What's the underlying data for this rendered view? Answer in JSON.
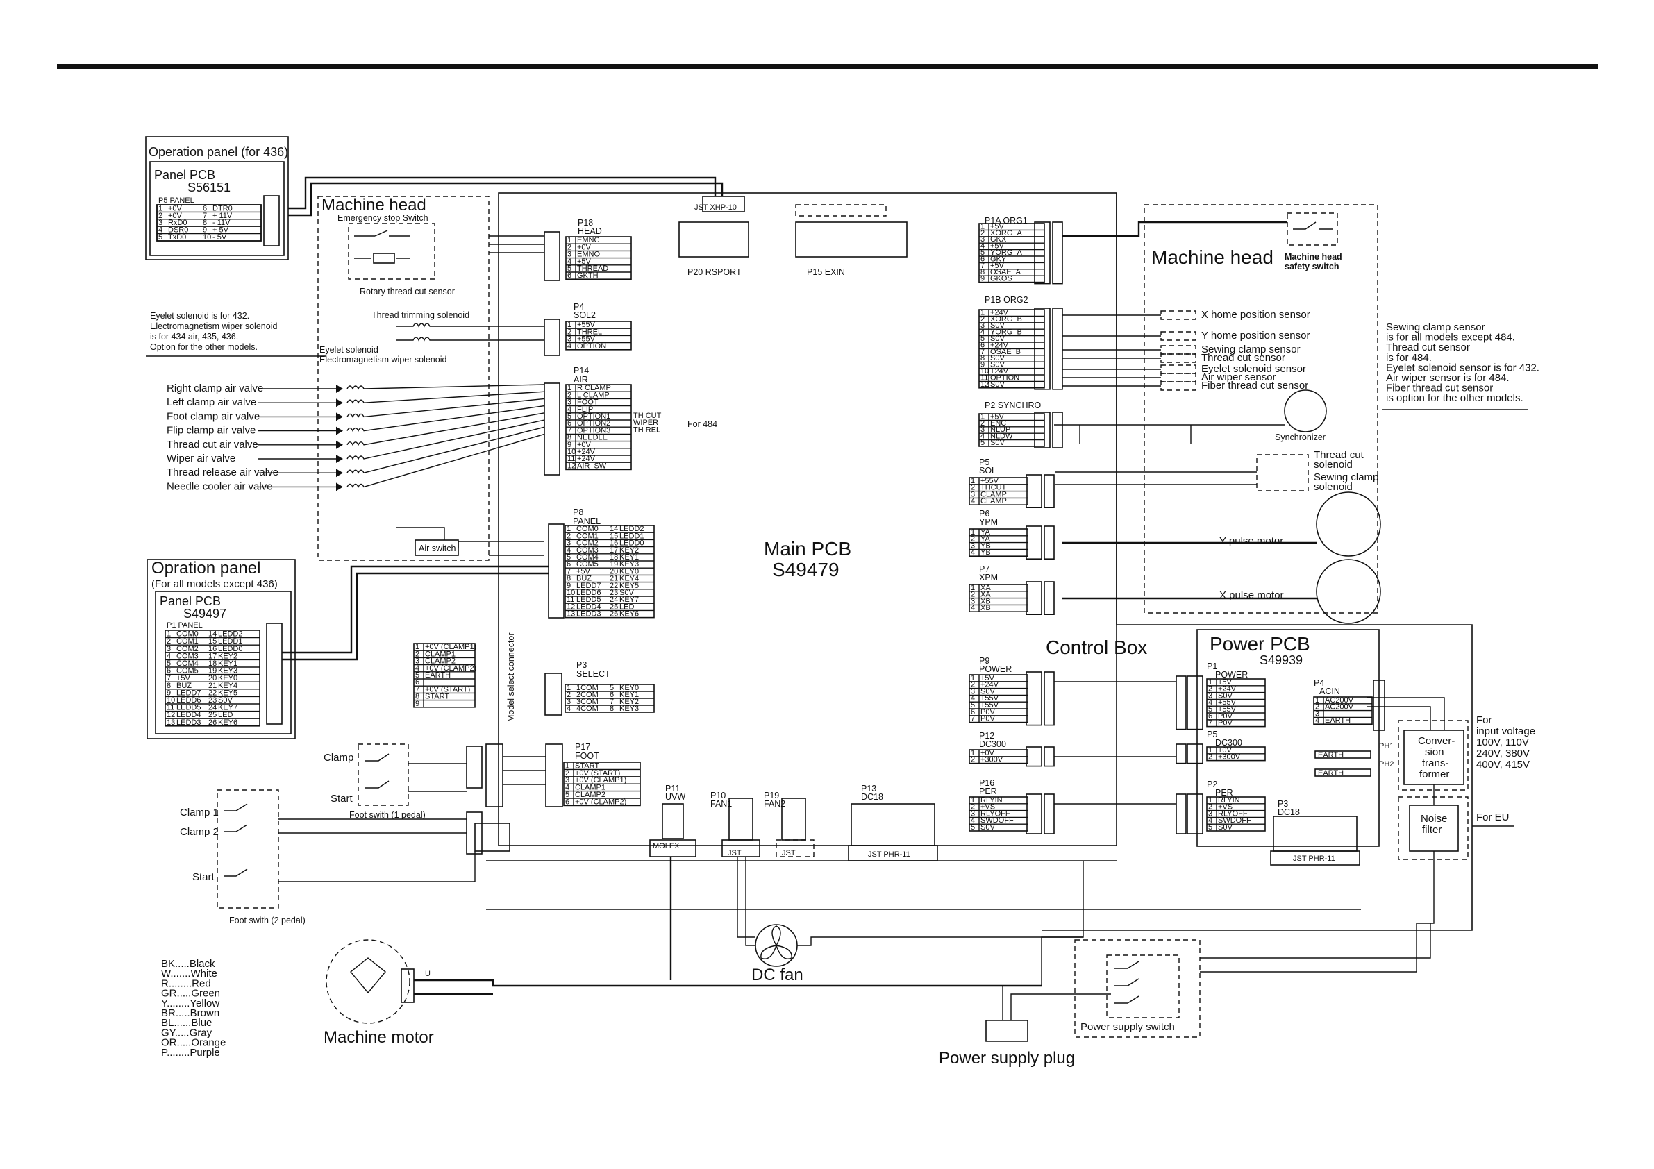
{
  "operation_panel_436": {
    "title": "Operation panel (for 436)",
    "pcb_label": "Panel PCB",
    "pcb_part": "S56151",
    "connector": "P5 PANEL",
    "pins": [
      [
        "1",
        "+0V",
        "6",
        "DTR0"
      ],
      [
        "2",
        "+0V",
        "7",
        "+ 11V"
      ],
      [
        "3",
        "RxD0",
        "8",
        "- 11V"
      ],
      [
        "4",
        "DSR0",
        "9",
        "+ 5V"
      ],
      [
        "5",
        "TxD0",
        "10",
        "- 5V"
      ]
    ]
  },
  "operation_panel_all": {
    "title": "Opration panel",
    "subtitle": "(For all models except 436)",
    "pcb_label": "Panel PCB",
    "pcb_part": "S49497",
    "connector": "P1 PANEL",
    "pins": [
      [
        "1",
        "COM0",
        "14",
        "LEDD2"
      ],
      [
        "2",
        "COM1",
        "15",
        "LEDD1"
      ],
      [
        "3",
        "COM2",
        "16",
        "LEDD0"
      ],
      [
        "4",
        "COM3",
        "17",
        "KEY2"
      ],
      [
        "5",
        "COM4",
        "18",
        "KEY1"
      ],
      [
        "6",
        "COM5",
        "19",
        "KEY3"
      ],
      [
        "7",
        "+5V",
        "20",
        "KEY0"
      ],
      [
        "8",
        "BUZ",
        "21",
        "KEY4"
      ],
      [
        "9",
        "LEDD7",
        "22",
        "KEY5"
      ],
      [
        "10",
        "LEDD6",
        "23",
        "S0V"
      ],
      [
        "11",
        "LEDD5",
        "24",
        "KEY7"
      ],
      [
        "12",
        "LEDD4",
        "25",
        "LED"
      ],
      [
        "13",
        "LEDD3",
        "26",
        "KEY6"
      ]
    ]
  },
  "machine_head_left": {
    "title": "Machine head",
    "emergency": "Emergency stop Switch",
    "rotary": "Rotary thread cut sensor",
    "trim": "Thread trimming solenoid",
    "eyelet": "Eyelet solenoid",
    "wiper": "Electromagnetism wiper solenoid",
    "air_switch": "Air switch"
  },
  "note_eyelet": [
    "Eyelet solenoid is for 432.",
    "Electromagnetism wiper solenoid",
    "is for 434 air, 435, 436.",
    "Option for the other models."
  ],
  "air_valves": [
    "Right clamp air valve",
    "Left clamp air valve",
    "Foot clamp air valve",
    "Flip clamp air valve",
    "Thread cut air valve",
    "Wiper air valve",
    "Thread release air valve",
    "Needle cooler air valve"
  ],
  "main_pcb": {
    "label": "Main PCB",
    "part": "S49479"
  },
  "p18": {
    "title": "P18",
    "name": "HEAD",
    "pins": [
      "EMNC",
      "+0V",
      "EMNO",
      "+5V",
      "THREAD",
      "GKTH"
    ]
  },
  "p4": {
    "title": "P4",
    "name": "SOL2",
    "pins": [
      "+55V",
      "THREL",
      "+55V",
      "OPTION"
    ]
  },
  "p14": {
    "title": "P14",
    "name": "AIR",
    "pins": [
      "R CLAMP",
      "L CLAMP",
      "FOOT",
      "FLIP",
      "OPTION1",
      "OPTION2",
      "OPTION3",
      "NEEDLE",
      "+0V",
      "+24V",
      "+24V",
      "AIR_SW"
    ],
    "side": [
      "TH CUT",
      "WIPER",
      "TH REL"
    ],
    "note": "For 484"
  },
  "p8": {
    "title": "P8",
    "name": "PANEL",
    "pins": [
      [
        "1",
        "COM0",
        "14",
        "LEDD2"
      ],
      [
        "2",
        "COM1",
        "15",
        "LEDD1"
      ],
      [
        "3",
        "COM2",
        "16",
        "LEDD0"
      ],
      [
        "4",
        "COM3",
        "17",
        "KEY2"
      ],
      [
        "5",
        "COM4",
        "18",
        "KEY1"
      ],
      [
        "6",
        "COM5",
        "19",
        "KEY3"
      ],
      [
        "7",
        "+5V",
        "20",
        "KEY0"
      ],
      [
        "8",
        "BUZ",
        "21",
        "KEY4"
      ],
      [
        "9",
        "LEDD7",
        "22",
        "KEY5"
      ],
      [
        "10",
        "LEDD6",
        "23",
        "S0V"
      ],
      [
        "11",
        "LEDD5",
        "24",
        "KEY7"
      ],
      [
        "12",
        "LEDD4",
        "25",
        "LED"
      ],
      [
        "13",
        "LEDD3",
        "26",
        "KEY6"
      ]
    ]
  },
  "p3": {
    "title": "P3",
    "name": "SELECT",
    "pins": [
      [
        "1",
        "1COM",
        "5",
        "KEY0"
      ],
      [
        "2",
        "2COM",
        "6",
        "KEY1"
      ],
      [
        "3",
        "3COM",
        "7",
        "KEY2"
      ],
      [
        "4",
        "4COM",
        "8",
        "KEY3"
      ]
    ],
    "label": "Model select connector"
  },
  "p17": {
    "title": "P17",
    "name": "FOOT",
    "pins": [
      "START",
      "+0V (START)",
      "+0V (CLAMP1)",
      "CLAMP1",
      "CLAMP2",
      "+0V (CLAMP2)"
    ]
  },
  "foot_conn": {
    "pins": [
      "+0V (CLAMP1)",
      "CLAMP1",
      "CLAMP2",
      "+0V (CLAMP2)",
      "EARTH",
      "",
      "+0V (START)",
      "START",
      ""
    ]
  },
  "p20": "P20 RSPORT",
  "p15": "P15 EXIN",
  "jst_top": "JST XHP-10",
  "p1a": {
    "title": "P1A ORG1",
    "pins": [
      "+5V",
      "XORG_A",
      "GKX",
      "+5V",
      "YORG_A",
      "GKY",
      "+5V",
      "OSAE_A",
      "GKOS"
    ]
  },
  "p1b": {
    "title": "P1B ORG2",
    "pins": [
      "+24V",
      "XORG_B",
      "S0V",
      "YORG_B",
      "S0V",
      "+24V",
      "OSAE_B",
      "S0V",
      "S0V",
      "+24V",
      "OPTION",
      "S0V"
    ]
  },
  "p2": {
    "title": "P2 SYNCHRO",
    "pins": [
      "+5V",
      "ENC",
      "NLUP",
      "NLDW",
      "S0V"
    ]
  },
  "p5": {
    "title": "P5",
    "name": "SOL",
    "pins": [
      "+55V",
      "THCUT",
      "CLAMP",
      "CLAMP"
    ]
  },
  "p6": {
    "title": "P6",
    "name": "YPM",
    "pins": [
      "YA",
      "YA",
      "YB",
      "YB"
    ]
  },
  "p7": {
    "title": "P7",
    "name": "XPM",
    "pins": [
      "XA",
      "XA",
      "XB",
      "XB"
    ]
  },
  "p9": {
    "title": "P9",
    "name": "POWER",
    "pins": [
      "+5V",
      "+24V",
      "S0V",
      "+55V",
      "+55V",
      "P0V",
      "P0V"
    ]
  },
  "p12": {
    "title": "P12",
    "name": "DC300",
    "pins": [
      "+0V",
      "+300V"
    ]
  },
  "p16": {
    "title": "P16",
    "name": "PER",
    "pins": [
      "RLYIN",
      "+VS",
      "RLYOFF",
      "SWDOFF",
      "S0V"
    ]
  },
  "p11": {
    "title": "P11",
    "name": "UVW",
    "conn": "MOLEX"
  },
  "p10": {
    "title": "P10",
    "name": "FAN1",
    "conn": "JST"
  },
  "p19": {
    "title": "P19",
    "name": "FAN2",
    "conn": "JST"
  },
  "p13": {
    "title": "P13",
    "name": "DC18",
    "conn": "JST PHR-11"
  },
  "machine_head_right": {
    "title": "Machine head",
    "safety": "Machine head safety switch",
    "sensors": [
      "X home position sensor",
      "Y home position sensor",
      "Sewing clamp sensor",
      "Thread cut sensor",
      "Eyelet solenoid sensor",
      "Air wiper sensor",
      "Fiber thread cut sensor"
    ],
    "synchronizer": "Synchronizer",
    "thread_cut_solenoid": "Thread cut solenoid",
    "sewing_clamp_solenoid": "Sewing clamp solenoid",
    "y_motor": "Y pulse motor",
    "x_motor": "X pulse motor"
  },
  "note_sensor": [
    "Sewing clamp sensor",
    "is for all models except 484.",
    "Thread cut sensor",
    "is for 484.",
    "Eyelet solenoid sensor is for 432.",
    "Air wiper sensor is for 484.",
    "Fiber thread cut sensor",
    "is option for the other models."
  ],
  "control_box": "Control Box",
  "power_pcb": {
    "label": "Power PCB",
    "part": "S49939"
  },
  "pp1": {
    "title": "P1",
    "name": "POWER",
    "pins": [
      "+5V",
      "+24V",
      "S0V",
      "+55V",
      "+55V",
      "P0V",
      "P0V"
    ]
  },
  "pp5": {
    "title": "P5",
    "name": "DC300",
    "pins": [
      "+0V",
      "+300V"
    ]
  },
  "pp2": {
    "title": "P2",
    "name": "PER",
    "pins": [
      "RLYIN",
      "+VS",
      "RLYOFF",
      "SWDOFF",
      "S0V"
    ]
  },
  "pp3": {
    "title": "P3",
    "name": "DC18",
    "conn": "JST PHR-11"
  },
  "pp4": {
    "title": "P4",
    "name": "ACIN",
    "pins": [
      "AC200V",
      "AC200V",
      "",
      "EARTH"
    ]
  },
  "ph": {
    "ph1": "PH1",
    "ph2": "PH2",
    "earth1": "EARTH",
    "earth2": "EARTH"
  },
  "conversion": [
    "Conver-",
    "sion",
    "trans-",
    "former"
  ],
  "noise": [
    "Noise",
    "filter"
  ],
  "for_input": [
    "For",
    "input voltage",
    "100V, 110V",
    "240V, 380V",
    "400V, 415V"
  ],
  "for_eu": "For EU",
  "dc_fan": "DC fan",
  "machine_motor": "Machine motor",
  "plug": "Power supply plug",
  "switch": "Power supply switch",
  "clamp": "Clamp",
  "start": "Start",
  "foot1": "Foot swith (1 pedal)",
  "clamp1": "Clamp 1",
  "clamp2": "Clamp 2",
  "foot2": "Foot swith (2 pedal)",
  "legend": [
    "BK.....Black",
    "W.......White",
    "R........Red",
    "GR.....Green",
    "Y........Yellow",
    "BR.....Brown",
    "BL......Blue",
    "GY.....Gray",
    "OR.....Orange",
    "P........Purple"
  ]
}
